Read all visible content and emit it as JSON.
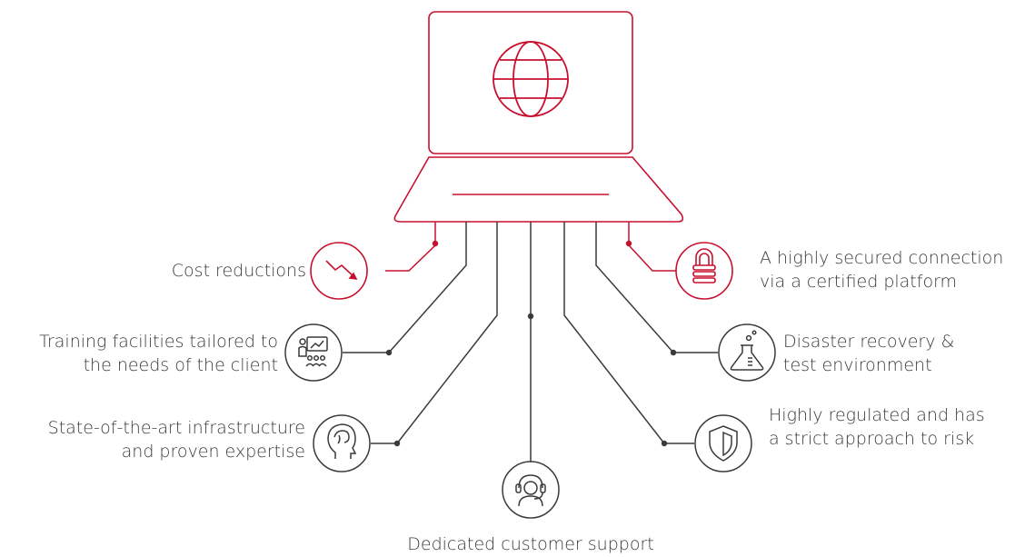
{
  "colors": {
    "accent": "#c8102e",
    "line": "#3a3a3a",
    "text": "#3a3a3a"
  },
  "features": {
    "cost": {
      "line1": "Cost reductions",
      "icon": "declining-trend-icon"
    },
    "secure": {
      "line1": "A highly secured connection",
      "line2": "via a certified platform",
      "icon": "padlock-icon"
    },
    "training": {
      "line1": "Training facilities tailored to",
      "line2": "the needs of the client",
      "icon": "presentation-audience-icon"
    },
    "disaster": {
      "line1": "Disaster recovery &",
      "line2": "test environment",
      "icon": "lab-flask-icon"
    },
    "infra": {
      "line1": "State-of-the-art infrastructure",
      "line2": "and proven expertise",
      "icon": "head-brain-icon"
    },
    "regulated": {
      "line1": "Highly regulated and has",
      "line2": "a strict approach to risk",
      "icon": "shield-icon"
    },
    "support": {
      "line1": "Dedicated customer support",
      "icon": "headset-agent-icon"
    }
  },
  "laptop": {
    "screen_icon": "globe-icon"
  }
}
